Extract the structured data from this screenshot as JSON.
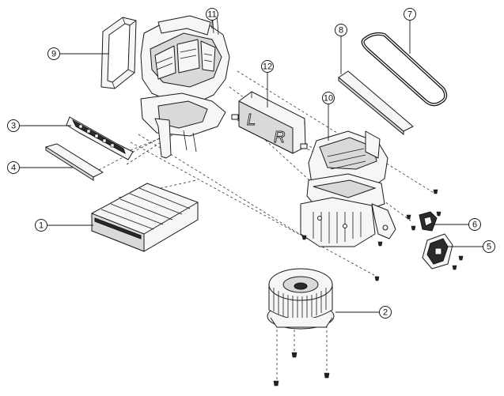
{
  "callouts": [
    {
      "id": "1",
      "label": "1"
    },
    {
      "id": "2",
      "label": "2"
    },
    {
      "id": "3",
      "label": "3"
    },
    {
      "id": "4",
      "label": "4"
    },
    {
      "id": "5",
      "label": "5"
    },
    {
      "id": "6",
      "label": "6"
    },
    {
      "id": "7",
      "label": "7"
    },
    {
      "id": "8",
      "label": "8"
    },
    {
      "id": "9",
      "label": "9"
    },
    {
      "id": "10",
      "label": "10"
    },
    {
      "id": "11",
      "label": "11"
    },
    {
      "id": "12",
      "label": "12"
    }
  ],
  "door_markings": {
    "left": "L",
    "right": "R"
  }
}
